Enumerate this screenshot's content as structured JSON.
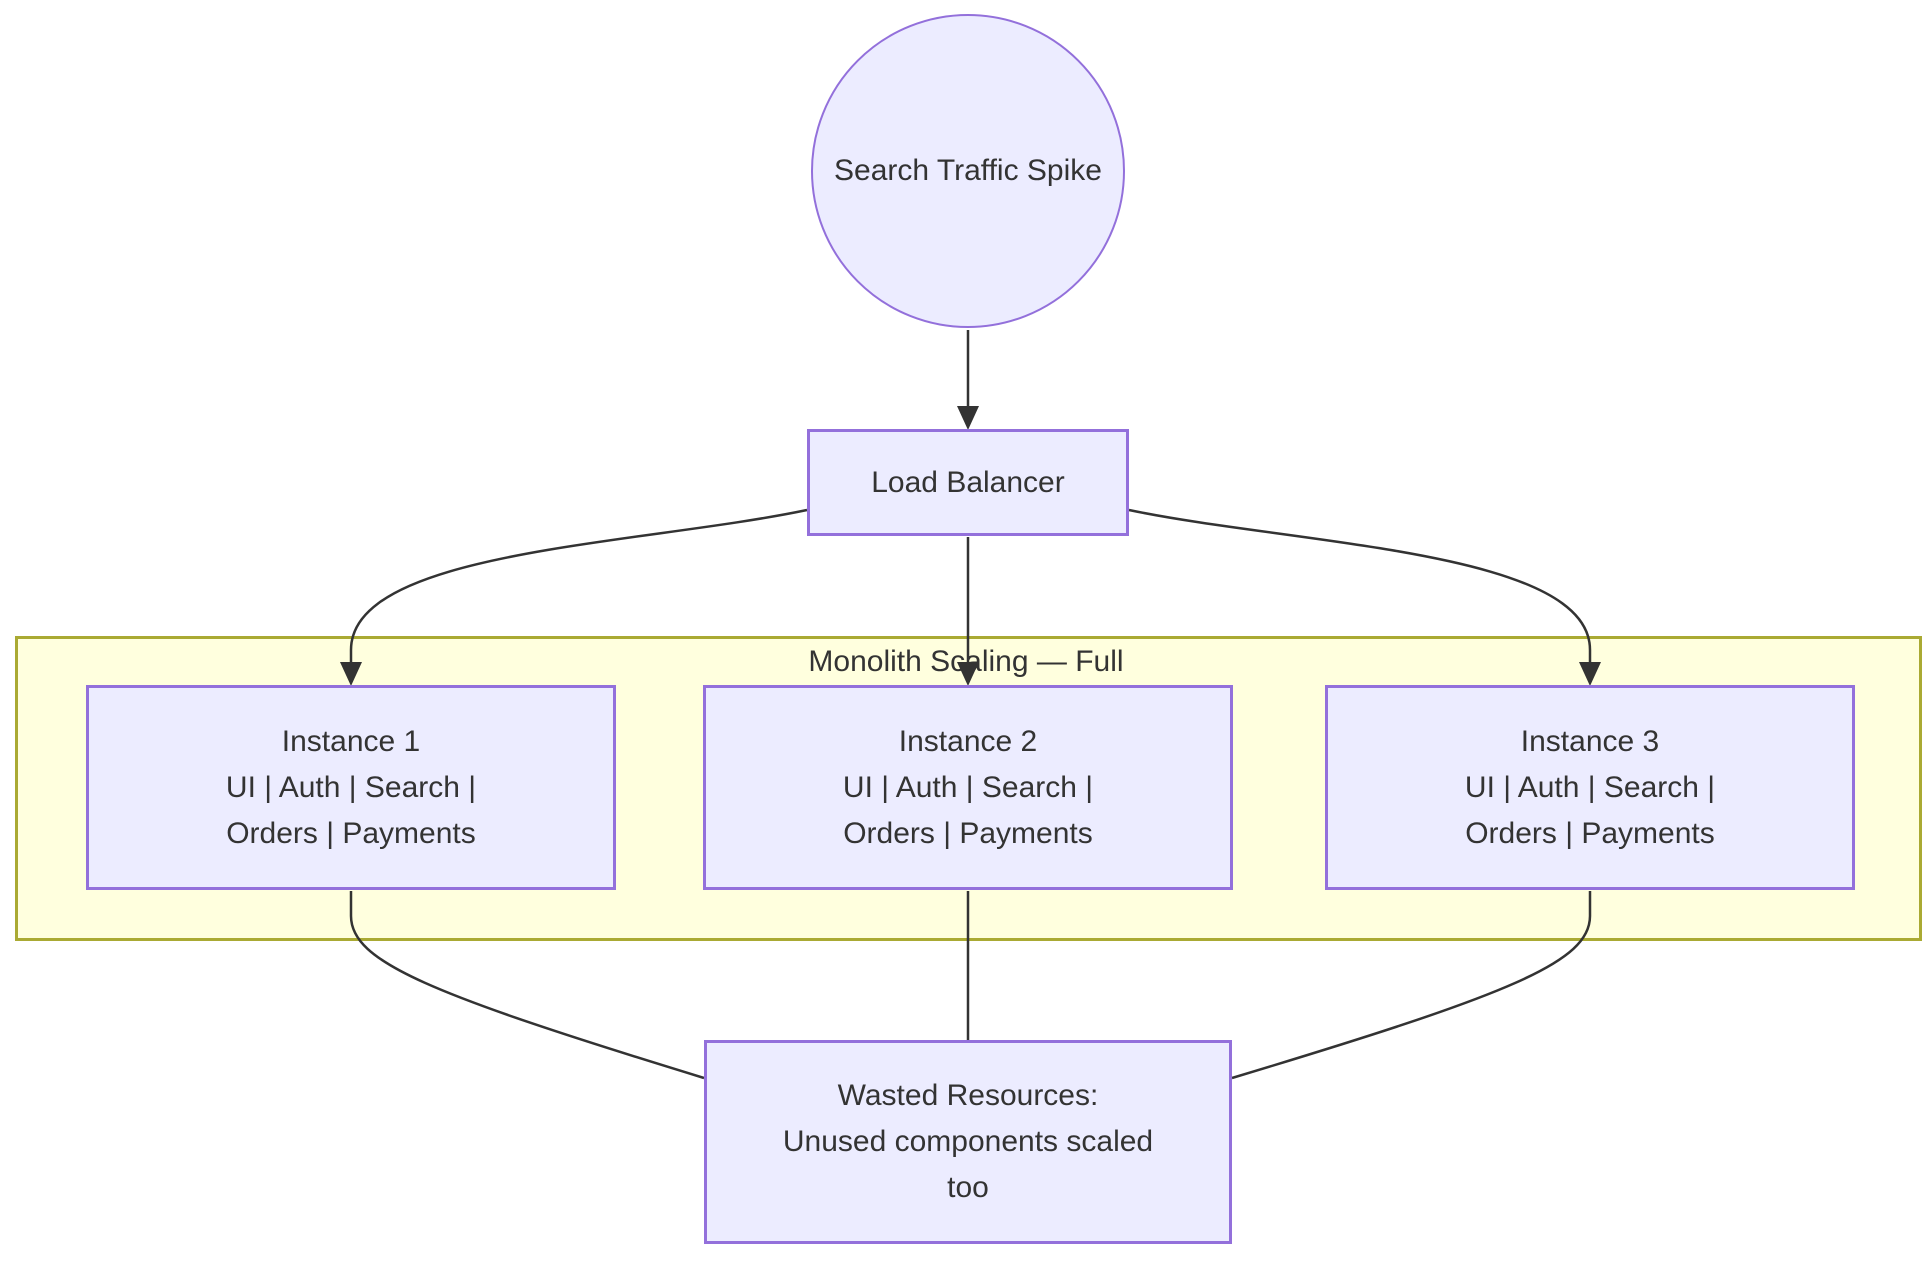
{
  "diagram": {
    "cluster": {
      "label": "Monolith Scaling — Full"
    },
    "nodes": {
      "traffic": {
        "label": "Search Traffic Spike",
        "shape": "circle"
      },
      "load_balancer": {
        "label": "Load Balancer",
        "shape": "rect"
      },
      "instance1": {
        "lines": [
          "Instance 1",
          "UI | Auth | Search |",
          "Orders | Payments"
        ],
        "shape": "rect"
      },
      "instance2": {
        "lines": [
          "Instance 2",
          "UI | Auth | Search |",
          "Orders | Payments"
        ],
        "shape": "rect"
      },
      "instance3": {
        "lines": [
          "Instance 3",
          "UI | Auth | Search |",
          "Orders | Payments"
        ],
        "shape": "rect"
      },
      "wasted": {
        "lines": [
          "Wasted Resources:",
          "Unused components scaled",
          "too"
        ],
        "shape": "rect"
      }
    },
    "edges": [
      {
        "from": "traffic",
        "to": "load_balancer",
        "arrow": true
      },
      {
        "from": "load_balancer",
        "to": "instance1",
        "arrow": true
      },
      {
        "from": "load_balancer",
        "to": "instance2",
        "arrow": true
      },
      {
        "from": "load_balancer",
        "to": "instance3",
        "arrow": true
      },
      {
        "from": "instance1",
        "to": "wasted",
        "arrow": false
      },
      {
        "from": "instance2",
        "to": "wasted",
        "arrow": false
      },
      {
        "from": "instance3",
        "to": "wasted",
        "arrow": false
      }
    ],
    "colors": {
      "node_fill": "#ECECFF",
      "node_border": "#9370DB",
      "cluster_fill": "#FFFFDE",
      "cluster_border": "#AAAA33",
      "edge": "#333333",
      "text": "#333333",
      "background": "#FFFFFF"
    }
  }
}
